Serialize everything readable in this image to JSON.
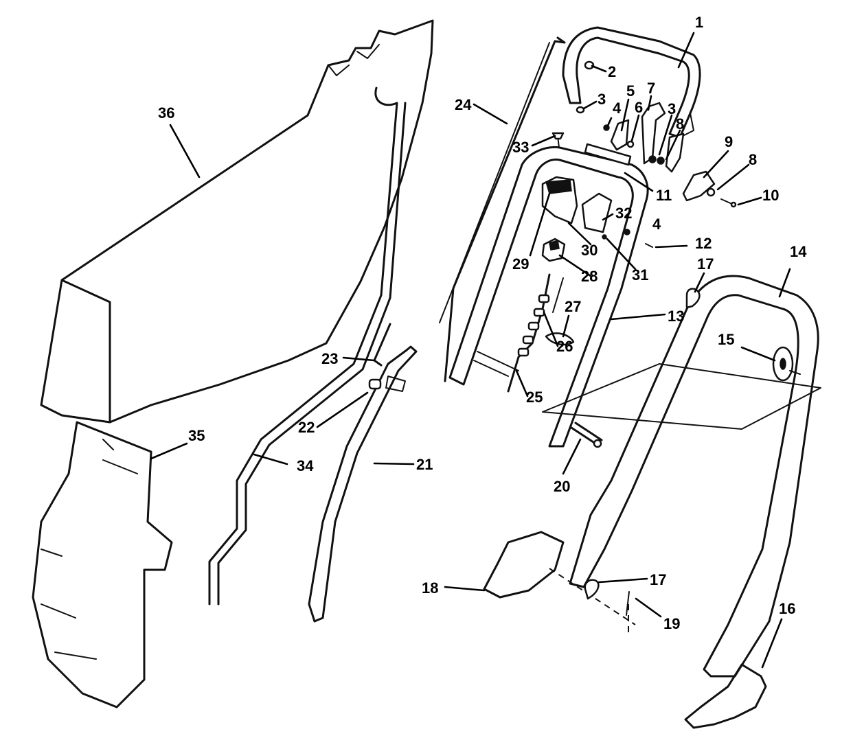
{
  "diagram": {
    "type": "exploded-parts-diagram",
    "callouts": [
      "1",
      "2",
      "3",
      "4",
      "5",
      "6",
      "7",
      "8",
      "9",
      "10",
      "11",
      "12",
      "13",
      "14",
      "15",
      "16",
      "17",
      "18",
      "19",
      "20",
      "21",
      "22",
      "23",
      "24",
      "25",
      "26",
      "27",
      "28",
      "29",
      "30",
      "31",
      "32",
      "33",
      "34",
      "35",
      "36"
    ],
    "repeat_callouts": [
      "3",
      "4",
      "8",
      "17"
    ]
  }
}
